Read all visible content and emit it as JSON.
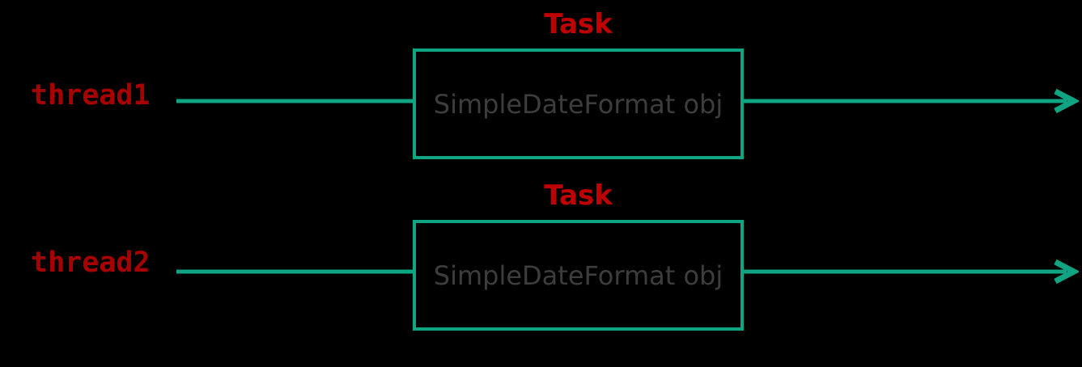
{
  "colors": {
    "background": "#000000",
    "arrow_teal": "#0FA583",
    "task_red": "#C00000",
    "thread_red": "#A80000",
    "box_text_gray": "#3D3D3D"
  },
  "diagram": {
    "rows": [
      {
        "thread_label": "thread1",
        "task_label": "Task",
        "box_label": "SimpleDateFormat obj"
      },
      {
        "thread_label": "thread2",
        "task_label": "Task",
        "box_label": "SimpleDateFormat obj"
      }
    ]
  }
}
